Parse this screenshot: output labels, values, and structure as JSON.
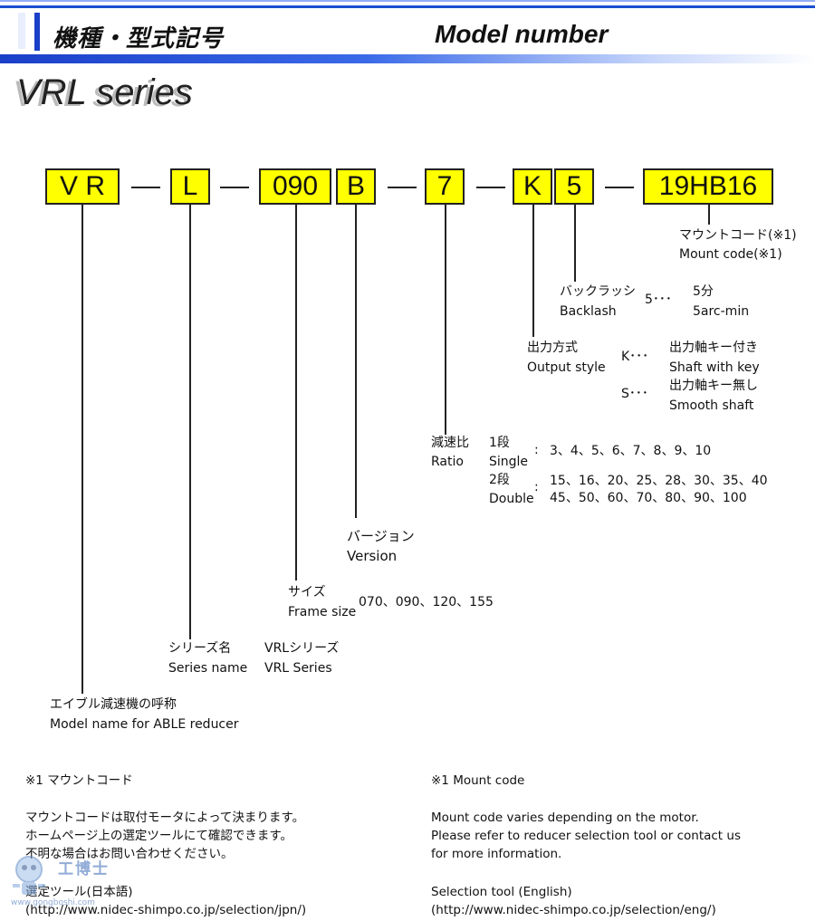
{
  "header": {
    "title_jp": "機種・型式記号",
    "title_en": "Model number",
    "series": "VRL series"
  },
  "model_code": {
    "boxes": [
      "V R",
      "L",
      "090",
      "B",
      "7",
      "K",
      "5",
      "19HB16"
    ]
  },
  "fields": {
    "mount": {
      "jp": "マウントコード(※1)",
      "en": "Mount code(※1)"
    },
    "backlash": {
      "jp": "バックラッシ",
      "en": "Backlash",
      "code": "5･･･",
      "value_jp": "5分",
      "value_en": "5arc-min"
    },
    "output": {
      "jp": "出力方式",
      "en": "Output style",
      "k_code": "K･･･",
      "k_jp": "出力軸キー付き",
      "k_en": "Shaft with key",
      "s_code": "S･･･",
      "s_jp": "出力軸キー無し",
      "s_en": "Smooth shaft"
    },
    "ratio": {
      "jp": "減速比",
      "en": "Ratio",
      "single_jp": "1段",
      "single_en": "Single",
      "single_colon": ":",
      "single_values": "3、4、5、6、7、8、9、10",
      "double_jp": "2段",
      "double_en": "Double",
      "double_colon": ":",
      "double_values_1": "15、16、20、25、28、30、35、40",
      "double_values_2": "45、50、60、70、80、90、100"
    },
    "version": {
      "jp": "バージョン",
      "en": "Version"
    },
    "frame": {
      "jp": "サイズ",
      "en": "Frame size",
      "values": "070、090、120、155"
    },
    "series_name": {
      "jp": "シリーズ名",
      "en": "Series name",
      "value_jp": "VRLシリーズ",
      "value_en": "VRL Series"
    },
    "model_name": {
      "jp": "エイブル減速機の呼称",
      "en": "Model name for ABLE reducer"
    }
  },
  "notes": {
    "jp": {
      "heading": "※1  マウントコード",
      "line1": "マウントコードは取付モータによって決まります。",
      "line2": "ホームページ上の選定ツールにて確認できます。",
      "line3": "不明な場合はお問い合わせください。",
      "tool": "選定ツール(日本語)",
      "url": "(http://www.nidec-shimpo.co.jp/selection/jpn/)"
    },
    "en": {
      "heading": "※1  Mount code",
      "line1": "Mount code varies depending on the motor.",
      "line2": "Please refer to reducer selection tool or contact us",
      "line3": "for more information.",
      "tool": "Selection tool (English)",
      "url": "(http://www.nidec-shimpo.co.jp/selection/eng/)"
    }
  },
  "watermark": {
    "text": "工博士",
    "url": "www.gongboshi.com"
  }
}
